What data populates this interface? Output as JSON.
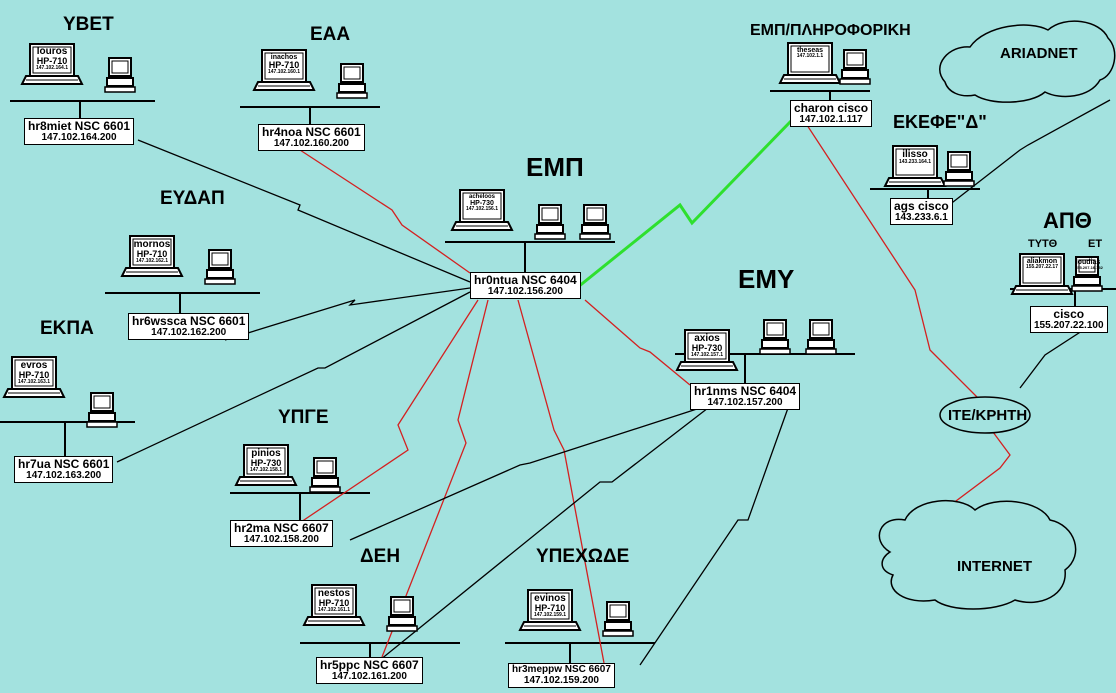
{
  "sites": {
    "yvet": "ΥΒΕΤ",
    "eaa": "ΕΑΑ",
    "emp_info": "ΕΜΠ/ΠΛΗΡΟΦΟΡΙΚΗ",
    "ariadnet": "ARIADNET",
    "ekefe": "ΕΚΕΦΕ\"Δ\"",
    "emp": "ΕΜΠ",
    "eydap": "ΕΥΔΑΠ",
    "apth": "ΑΠΘ",
    "tytth": "ΤΥΤΘ",
    "et": "ΕΤ",
    "emy": "ΕΜΥ",
    "ekpa": "ΕΚΠΑ",
    "ypge": "ΥΠΓΕ",
    "ite": "ΙΤΕ/ΚΡΗΤΗ",
    "deh": "ΔΕΗ",
    "ypexode": "ΥΠΕΧΩΔΕ",
    "internet": "INTERNET"
  },
  "routers": {
    "yvet": {
      "name": "hr8miet NSC 6601",
      "ip": "147.102.164.200"
    },
    "eaa": {
      "name": "hr4noa NSC 6601",
      "ip": "147.102.160.200"
    },
    "emp_info": {
      "name": "charon cisco",
      "ip": "147.102.1.117"
    },
    "ekefe": {
      "name": "ags cisco",
      "ip": "143.233.6.1"
    },
    "emp": {
      "name": "hr0ntua NSC 6404",
      "ip": "147.102.156.200"
    },
    "eydap": {
      "name": "hr6wssca NSC 6601",
      "ip": "147.102.162.200"
    },
    "apth": {
      "name": "cisco",
      "ip": "155.207.22.100"
    },
    "emy": {
      "name": "hr1nms NSC 6404",
      "ip": "147.102.157.200"
    },
    "ekpa": {
      "name": "hr7ua NSC 6601",
      "ip": "147.102.163.200"
    },
    "ypge": {
      "name": "hr2ma NSC 6607",
      "ip": "147.102.158.200"
    },
    "deh": {
      "name": "hr5ppc NSC 6607",
      "ip": "147.102.161.200"
    },
    "ypexode": {
      "name": "hr3meppw NSC 6607",
      "ip": "147.102.159.200"
    }
  },
  "hosts": {
    "yvet": {
      "name": "louros",
      "model": "HP-710",
      "ip": "147.102.164.1"
    },
    "eaa": {
      "name": "inachos",
      "model": "HP-710",
      "ip": "147.102.160.1"
    },
    "emp_info": {
      "name": "theseas",
      "ip": "147.102.1.1"
    },
    "ekefe": {
      "name": "ilisso",
      "ip": "143.233.164.1"
    },
    "emp": {
      "name": "acheloos",
      "model": "HP-730",
      "ip": "147.102.156.1"
    },
    "eydap": {
      "name": "mornos",
      "model": "HP-710",
      "ip": "147.102.162.1"
    },
    "apth_tytth": {
      "name": "aliakmon",
      "ip": "155.207.22.17"
    },
    "apth_et": {
      "name": "loudias",
      "ip": "155.207.16.152"
    },
    "emy": {
      "name": "axios",
      "model": "HP-730",
      "ip": "147.102.157.1"
    },
    "ekpa": {
      "name": "evros",
      "model": "HP-710",
      "ip": "147.102.163.1"
    },
    "ypge": {
      "name": "pinios",
      "model": "HP-730",
      "ip": "147.102.158.1"
    },
    "deh": {
      "name": "nestos",
      "model": "HP-710",
      "ip": "147.102.161.1"
    },
    "ypexode": {
      "name": "evinos",
      "model": "HP-710",
      "ip": "147.102.159.1"
    }
  },
  "colors": {
    "background": "#a3e2df",
    "serial_link": "#d42020",
    "fast_link": "#2ee02e",
    "lan_link": "#000000"
  }
}
